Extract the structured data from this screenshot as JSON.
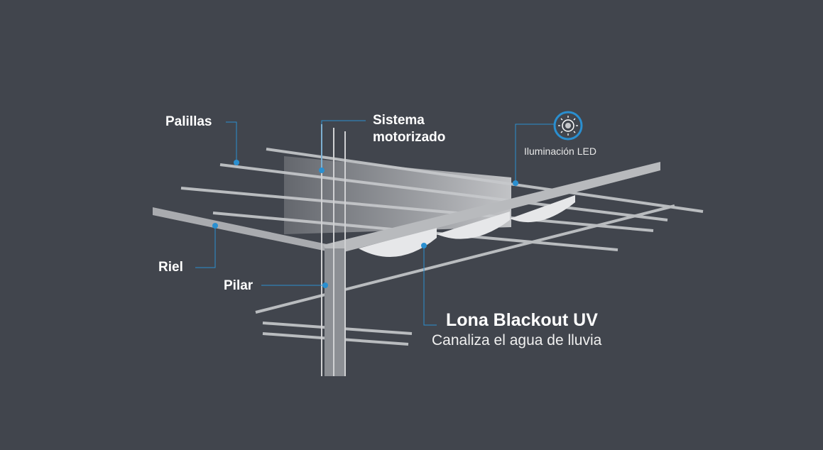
{
  "labels": {
    "palillas": "Palillas",
    "sistema_line1": "Sistema",
    "sistema_line2": "motorizado",
    "led": "Iluminación LED",
    "riel": "Riel",
    "pilar": "Pilar",
    "lona_title": "Lona Blackout UV",
    "lona_subtitle": "Canaliza el agua de lluvia"
  },
  "colors": {
    "background": "#41454d",
    "accent": "#2a8fd0",
    "structure": "#c9cbce"
  }
}
